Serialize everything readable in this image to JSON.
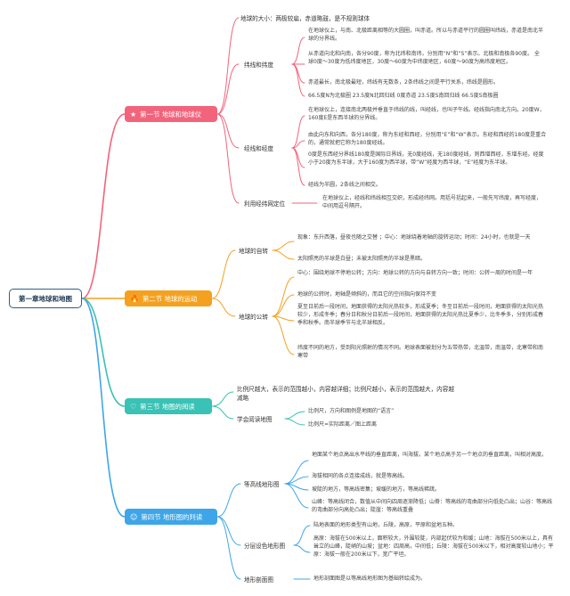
{
  "root": {
    "label": "第一章地球和地图"
  },
  "colors": {
    "s1": "#f2647c",
    "s2": "#f4a11f",
    "s3": "#39c2b5",
    "s4": "#3ea6e8",
    "root_border": "#2e5f86"
  },
  "sections": [
    {
      "label": "第一节 地球和地球仪",
      "icon": "star-icon",
      "lv2": [
        "地球的大小：两极较扁，赤道略鼓，是不规则球体",
        "纬线和纬度",
        "经线和经度",
        "利用经纬网定位"
      ],
      "leaves": [
        "在地球仪上，与南、北极距离相等的大圆圈，叫赤道。所以与赤道平行的圆圈叫纬线，赤道是南北半球的分界线。",
        "从赤道向北和向南，各分90度，称为北纬和南纬，分别用“N”和“S”表示。北极和南极各90度。 全球0度～30度为低纬度地区，30度～60度为中纬度地区，60度～90度为高纬度地区。",
        "赤道最长，南北极最短，纬线有无数条，2条纬线之间是平行关系，纬线是圆形。",
        "66.5度N为北极圈 23.5度N北回归线 0度赤道 23.5度S南回归线 66.5度S南极圈",
        "在地球仪上，连接南北两极并垂直于纬线的线，叫经线，也叫子午线。经线指向南北方向。20度W，160度E是东西半球的分界线。",
        "由此向东和向西，各分180度，称为东经和西经，分别用“E”和“W”表示。东经和西经的180度是重合的，通常就把它称为180度经线。",
        "0度是东西经分界线180度是国际日界线，无0度经线，无180度经线，则西增西经，东增东经。经度小于20度为东半球，大于160度为西半球，带“W”经度为西半球，“E”经度为东半球。",
        "经线为半圆，2条线之间相交。",
        "在地球仪上，经线和纬线相互交织，形成经纬网。用括号括起来，一般先写纬度，再写经度，中间用逗号隔开。"
      ]
    },
    {
      "label": "第二节 地球的运动",
      "icon": "flame-icon",
      "lv2": [
        "地球的自转",
        "地球的公转"
      ],
      "leaves": [
        "现象：东升西落，昼夜也随之交替 ；中心：地球绕着地轴的旋转运动；时间：24小时，也就是一天",
        "太阳照亮的半球是白昼；未被太阳照亮的半球是黑暗。",
        "中心：围绕地球不停地公转；方向：地球公转的方向与自转方向一致；时间：公转一周的时间是一年",
        "地球的公转时，地轴是倾斜的，而且它的空间指向保持不变",
        "夏至日前后一段时间，地面获得的太阳光热较多，形成夏季；冬至日前后一段时间，地面获得的太阳光热较少，形成冬季；春分日和秋分日前后一段时间，地面获得的太阳光热比夏季少，比冬季多，分别形成春季和秋季。南半球季节与北半球相反。",
        "纬度不同的地方，受到阳光照射的情况不同。地球表面被划分为五带热带，北温带，南温带，北寒带和南寒带"
      ]
    },
    {
      "label": "第三节 地图的阅读",
      "icon": "heart-icon",
      "lv2": [
        "比例尺越大，表示的范围越小，内容越详细；比例尺越小，表示的范围越大，内容越减略",
        "学会阅读地图"
      ],
      "leaves": [
        "比例尺，方向和图例是地图的“语言”",
        "比例尺=实际距离／图上距离"
      ]
    },
    {
      "label": "第四节 地形图的判读",
      "icon": "smile-icon",
      "lv2": [
        "等高线地形图",
        "分层设色地形图",
        "地形剖面图"
      ],
      "leaves": [
        "地面某个地点高出水平线的垂直距离，叫海拔。某个地点高于另一个地点的垂直距离，叫相对高度。",
        "海拔相同的各点连接成线，就是等高线。",
        "坡陡的地方，等高线密集；坡缓的地方，等高线稀疏。",
        "山峰：等高线闭合，数值从中间向四周逐渐降低；山脊：等高线的弯曲部分向低处凸出；山谷：等高线的弯曲部分向高处凸出；陡崖：等高线重叠",
        "陆地表面的地形类型有山地，丘陵，高原，平原和盆地五种。",
        "高原：海拔在500米以上，面积较大，外围较陡，内部起伏较为和缓；山地：海拔在500米以上，具有耸立的山峰，陡峭的山坡；盆地：四周高，中间低；丘陵：海拔在500米以下，相对高度较山地小；平原：海拔一般在200米以下，宽广平坦。",
        "地形剖面图是以等高线地形图为基础转绘成为。"
      ]
    }
  ]
}
